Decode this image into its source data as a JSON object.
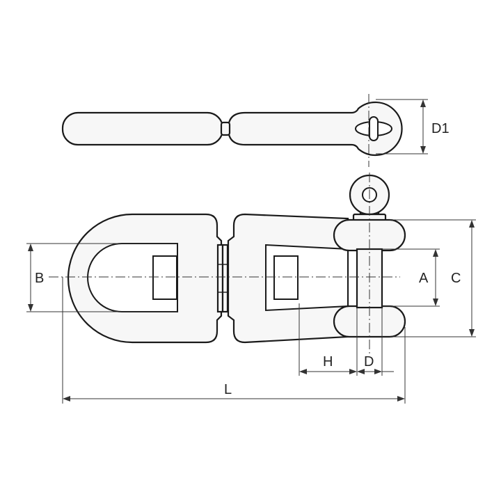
{
  "labels": {
    "d1": "D1",
    "b": "B",
    "a": "A",
    "c": "C",
    "h": "H",
    "d": "D",
    "l": "L"
  },
  "colors": {
    "outline": "#1a1a1a",
    "fill": "#f7f7f7",
    "background": "#ffffff"
  }
}
